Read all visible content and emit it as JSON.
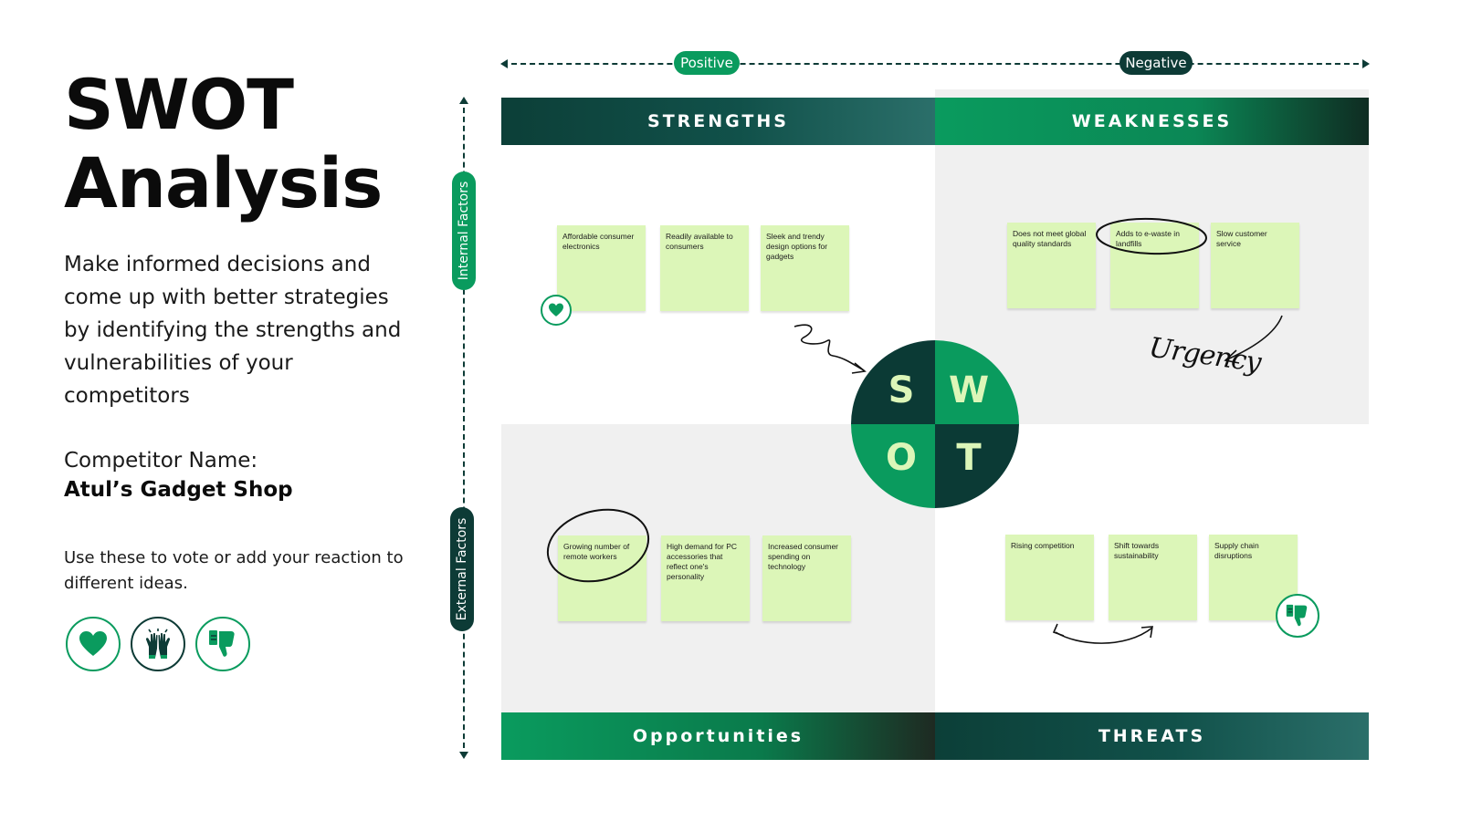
{
  "title_line1": "SWOT",
  "title_line2": "Analysis",
  "intro": "Make informed decisions and come up with better strategies by identifying the strengths and vulnerabilities of your competitors",
  "competitor_label": "Competitor Name:",
  "competitor_name": "Atul’s Gadget Shop",
  "vote_text": "Use these to vote or add your reaction to different ideas.",
  "reactions": [
    "heart-icon",
    "raised-hands-icon",
    "thumbs-down-icon"
  ],
  "axis": {
    "positive": "Positive",
    "negative": "Negative",
    "internal": "Internal Factors",
    "external": "External Factors"
  },
  "quadrants": {
    "strengths": {
      "title": "STRENGTHS",
      "notes": [
        "Affordable consumer electronics",
        "Readily available to consumers",
        "Sleek and trendy design options for gadgets"
      ]
    },
    "weaknesses": {
      "title": "WEAKNESSES",
      "notes": [
        "Does not meet global quality standards",
        "Adds to e-waste in landfills",
        "Slow customer service"
      ]
    },
    "opportunities": {
      "title": "Opportunities",
      "notes": [
        "Growing number of remote workers",
        "High demand for PC accessories that reflect one's personality",
        "Increased consumer spending on technology"
      ]
    },
    "threats": {
      "title": "THREATS",
      "notes": [
        "Rising competition",
        "Shift towards sustainability",
        "Supply chain disruptions"
      ]
    }
  },
  "center": {
    "s": "S",
    "w": "W",
    "o": "O",
    "t": "T"
  },
  "annotation": "Urgency",
  "colors": {
    "dark": "#0d3b36",
    "green": "#0a9b5e",
    "note": "#dcf6b8",
    "grey": "#f0f0f0"
  }
}
